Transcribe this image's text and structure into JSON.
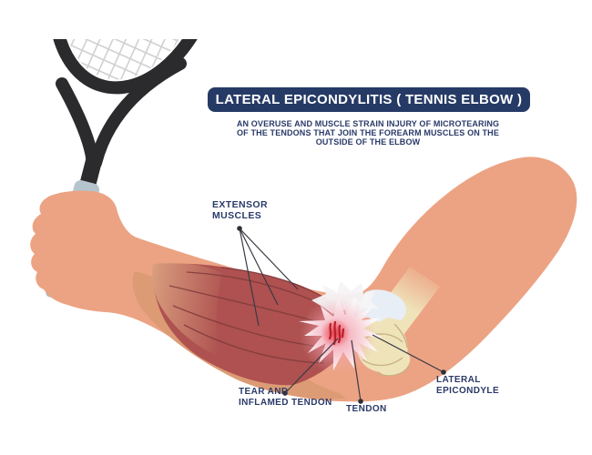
{
  "title": "LATERAL EPICONDYLITIS ( TENNIS ELBOW )",
  "subtitle": {
    "line1": "AN OVERUSE AND MUSCLE STRAIN INJURY OF MICROTEARING",
    "line2": "OF THE TENDONS THAT JOIN THE FOREARM MUSCLES ON THE",
    "line3": "OUTSIDE OF THE ELBOW"
  },
  "labels": {
    "extensor_muscles": {
      "line1": "EXTENSOR",
      "line2": "MUSCLES"
    },
    "tear_inflamed_tendon": {
      "line1": "TEAR AND",
      "line2": "INFLAMED TENDON"
    },
    "tendon": {
      "text": "TENDON"
    },
    "lateral_epicondyle": {
      "line1": "LATERAL",
      "line2": "EPICONDYLE"
    }
  },
  "colors": {
    "banner_bg": "#263A66",
    "banner_text": "#FFFFFF",
    "label_text": "#2A3A68",
    "skin": "#ECA383",
    "deep_tissue": "#DC9B74",
    "muscle": "#AE5150",
    "muscle_fiber": "#7C393B",
    "bone": "#EFE3BA",
    "bone_line": "#C8B083",
    "tendon_white": "#FCF8FA",
    "fascia": "#E8EEF5",
    "inflammation_pink": "#F28C9C",
    "inflammation_red": "#E73F4D",
    "tear_red": "#B91E27",
    "racket_frame": "#2B2B2E",
    "racket_strings": "#D0D0D0",
    "racket_grip": "#B6C4CD",
    "leader_line": "#3A3A44"
  }
}
